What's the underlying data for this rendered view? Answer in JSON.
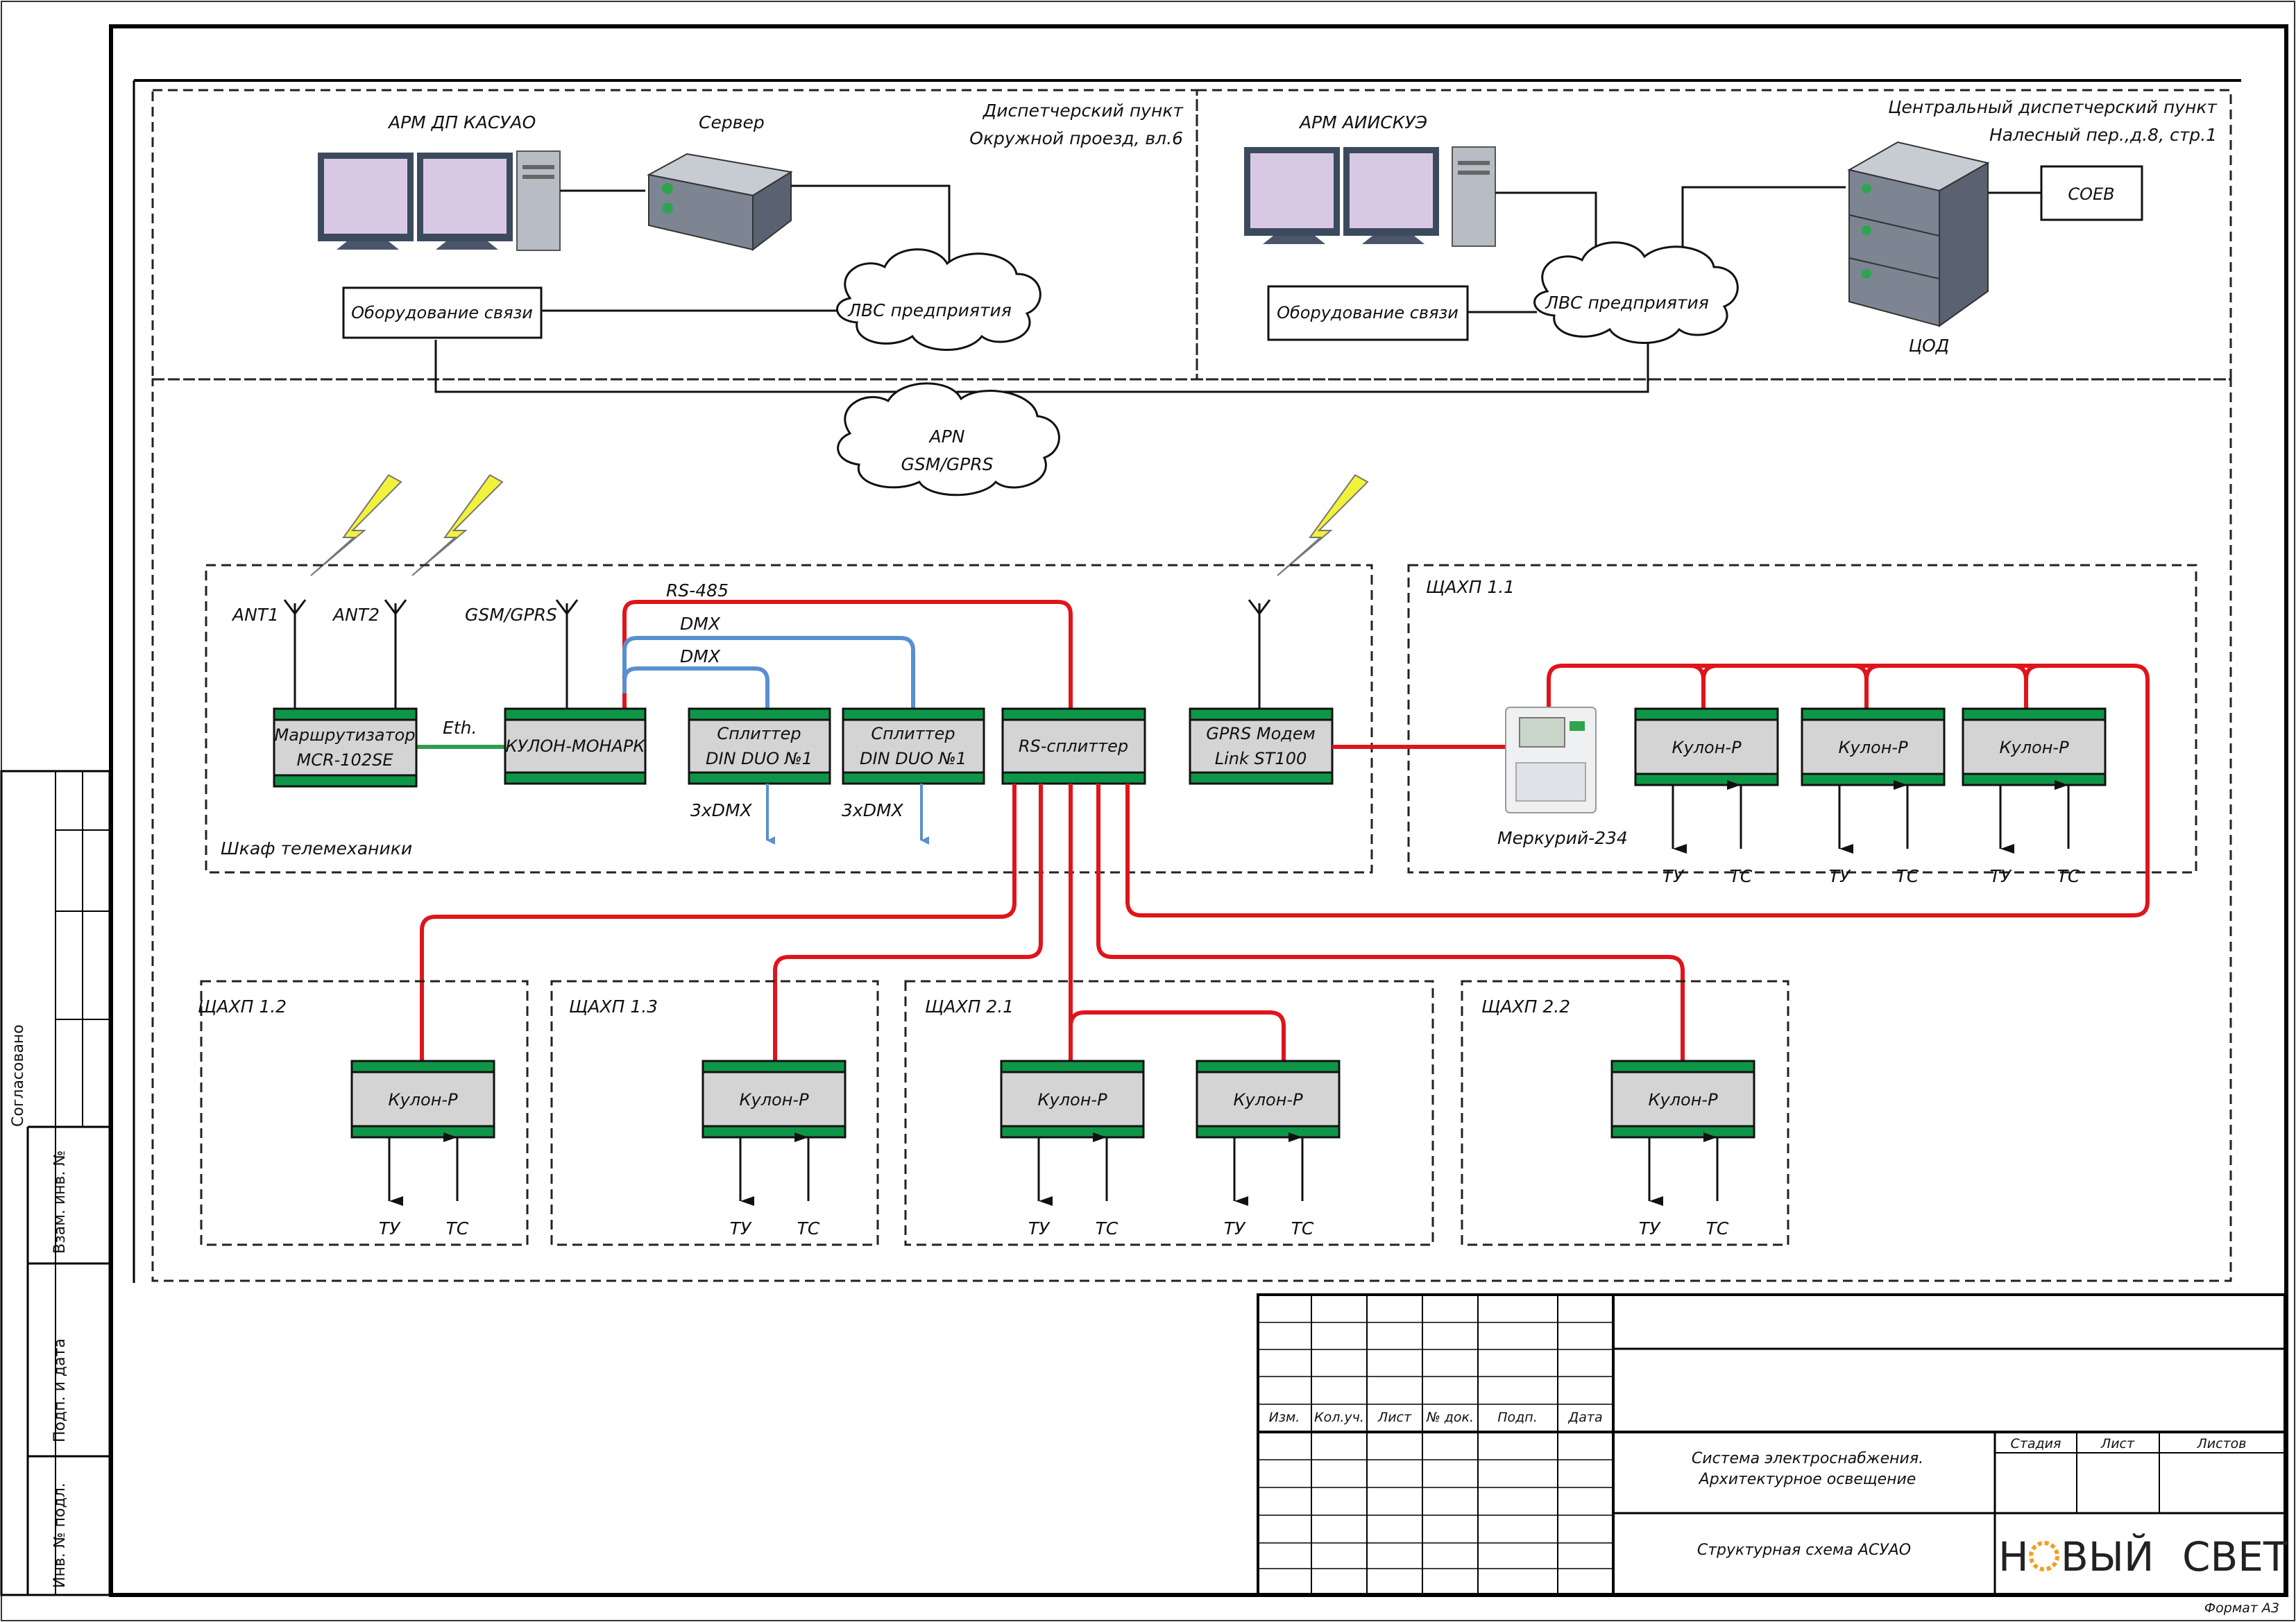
{
  "top_left": {
    "arm_label": "АРМ ДП КАСУАО",
    "server_label": "Сервер",
    "location_line1": "Диспетчерский пункт",
    "location_line2": "Окружной проезд, вл.6",
    "comm_equipment": "Оборудование связи",
    "lan": "ЛВС предприятия"
  },
  "top_right": {
    "arm_label": "АРМ АИИСКУЭ",
    "location_line1": "Центральный диспетчерский пункт",
    "location_line2": "Налесный пер.,д.8, стр.1",
    "soev": "СОЕВ",
    "cod": "ЦОД",
    "comm_equipment": "Оборудование связи",
    "lan": "ЛВС предприятия"
  },
  "apn": {
    "line1": "APN",
    "line2": "GSM/GPRS"
  },
  "cabinet": {
    "label": "Шкаф телемеханики",
    "ant1": "ANT1",
    "ant2": "ANT2",
    "gsm": "GSM/GPRS",
    "router_line1": "Маршрутизатор",
    "router_line2": "MCR-102SE",
    "eth": "Eth.",
    "kulon_monark": "КУЛОН-МОНАРК",
    "rs485": "RS-485",
    "dmx1": "DMX",
    "dmx2": "DMX",
    "splitter1_line1": "Сплиттер",
    "splitter1_line2": "DIN DUO №1",
    "splitter2_line1": "Сплиттер",
    "splitter2_line2": "DIN DUO №1",
    "out1": "3xDMX",
    "out2": "3xDMX",
    "rs_splitter": "RS-сплиттер",
    "gprs_line1": "GPRS Модем",
    "gprs_line2": "Link ST100"
  },
  "shchakhp_11": {
    "label": "ЩАХП 1.1",
    "meter": "Меркурий-234",
    "kulon": [
      "Кулон-Р",
      "Кулон-Р",
      "Кулон-Р"
    ],
    "tu": "ТУ",
    "ts": "ТС"
  },
  "shchakhp_12": {
    "label": "ЩАХП 1.2",
    "kulon": "Кулон-Р",
    "tu": "ТУ",
    "ts": "ТС"
  },
  "shchakhp_13": {
    "label": "ЩАХП 1.3",
    "kulon": "Кулон-Р",
    "tu": "ТУ",
    "ts": "ТС"
  },
  "shchakhp_21": {
    "label": "ЩАХП 2.1",
    "kulon": [
      "Кулон-Р",
      "Кулон-Р"
    ],
    "tu": "ТУ",
    "ts": "ТС"
  },
  "shchakhp_22": {
    "label": "ЩАХП 2.2",
    "kulon": "Кулон-Р",
    "tu": "ТУ",
    "ts": "ТС"
  },
  "side_stamp": {
    "agreed": "Согласовано",
    "inv_swap": "Взам. инв. №",
    "sign_date": "Подп. и дата",
    "inv_orig": "Инв. № подл."
  },
  "title_block": {
    "columns": [
      "Изм.",
      "Кол.уч.",
      "Лист",
      "№ док.",
      "Подп.",
      "Дата"
    ],
    "system_line1": "Система электроснабжения.",
    "system_line2": "Архитектурное освещение",
    "sheet_title": "Структурная схема АСУАО",
    "stage": "Стадия",
    "sheet": "Лист",
    "sheets": "Листов",
    "logo_left": "Н",
    "logo_mid": "ВЫЙ",
    "logo_right": "СВЕТ"
  },
  "format": "Формат А3",
  "colors": {
    "rs485": "#e0141b",
    "dmx": "#5a8fd0",
    "eth": "#2f9e4a",
    "module_green": "#0e9648",
    "module_body": "#d4d4d4",
    "lightning": "#f2f23a"
  }
}
